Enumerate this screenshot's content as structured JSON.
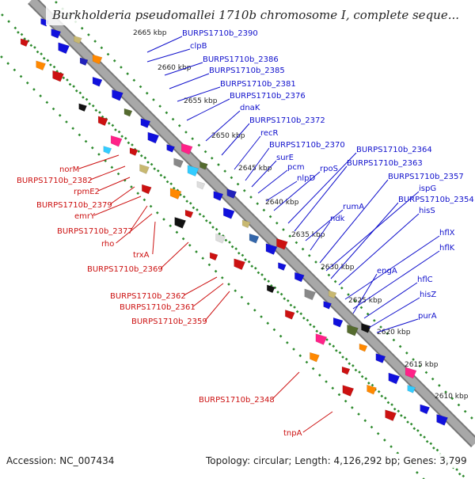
{
  "title": "Burkholderia pseudomallei 1710b chromosome I, complete seque...",
  "footer": {
    "accession": "Accession: NC_007434",
    "summary": "Topology: circular; Length: 4,126,292 bp; Genes: 3,799"
  },
  "colors": {
    "backbone": "#a8a8a8",
    "dots": "#2e8b2e",
    "forward_label": "#1010cc",
    "reverse_label": "#cc1111"
  },
  "ticks": [
    "2665 kbp",
    "2660 kbp",
    "2655 kbp",
    "2650 kbp",
    "2645 kbp",
    "2640 kbp",
    "2635 kbp",
    "2630 kbp",
    "2625 kbp",
    "2620 kbp",
    "2615 kbp",
    "2610 kbp"
  ],
  "forward_genes": [
    "BURPS1710b_2390",
    "clpB",
    "BURPS1710b_2386",
    "BURPS1710b_2385",
    "BURPS1710b_2381",
    "BURPS1710b_2376",
    "dnaK",
    "BURPS1710b_2372",
    "recR",
    "BURPS1710b_2370",
    "surE",
    "pcm",
    "nlpD",
    "rpoS",
    "BURPS1710b_2364",
    "BURPS1710b_2363",
    "rumA",
    "ndk",
    "BURPS1710b_2357",
    "ispG",
    "BURPS1710b_2354",
    "hisS",
    "hflX",
    "hflK",
    "engA",
    "hflC",
    "hisZ",
    "purA"
  ],
  "reverse_genes": [
    "norM",
    "BURPS1710b_2382",
    "rpmE2",
    "BURPS1710b_2379",
    "emrY",
    "BURPS1710b_2377",
    "rho",
    "trxA",
    "BURPS1710b_2369",
    "BURPS1710b_2362",
    "BURPS1710b_2361",
    "BURPS1710b_2359",
    "BURPS1710b_2348",
    "tnpA"
  ]
}
